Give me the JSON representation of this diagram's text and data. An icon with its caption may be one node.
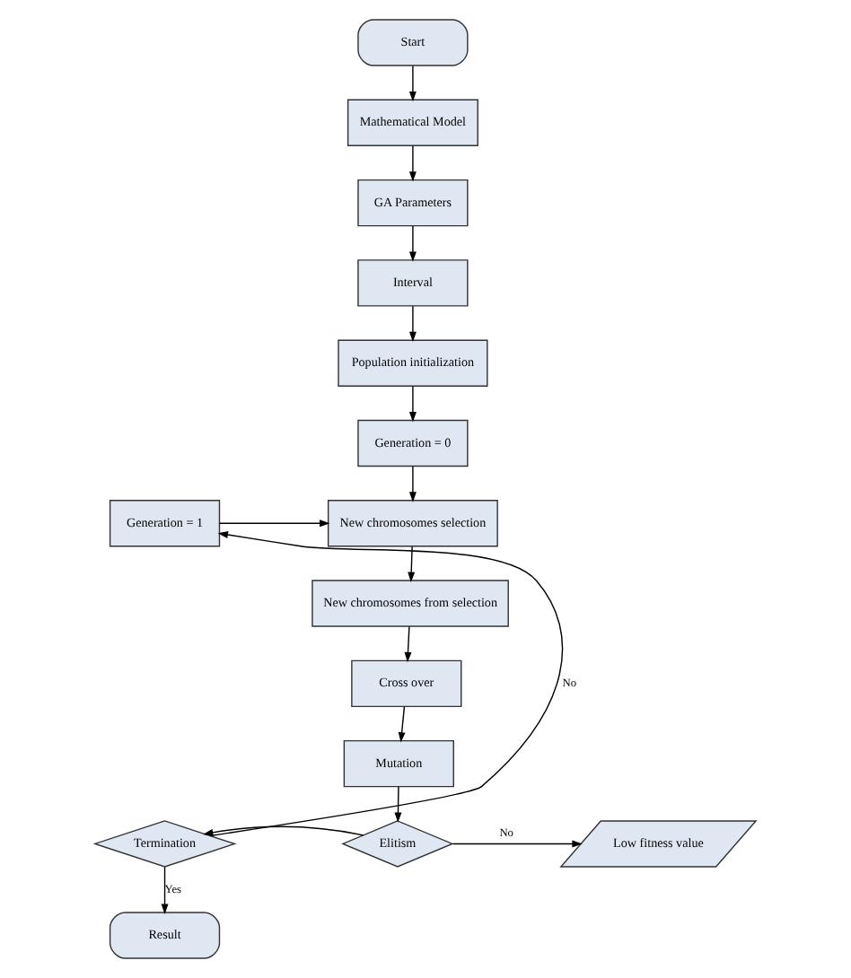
{
  "diagram": {
    "nodes": [
      {
        "text": [
          "Start"
        ]
      },
      {
        "text": [
          "Mathematical Model"
        ]
      },
      {
        "text": [
          "GA Parameters"
        ]
      },
      {
        "text": [
          "Interval"
        ]
      },
      {
        "text": [
          "Population initialization"
        ]
      },
      {
        "text": [
          "Generation = 0"
        ]
      },
      {
        "text": [
          "Generation = 1"
        ]
      },
      {
        "text": [
          "New chromosomes selection"
        ]
      },
      {
        "text": [
          "New chromosomes from selection"
        ]
      },
      {
        "text": [
          "Cross over"
        ]
      },
      {
        "text": [
          "Mutation"
        ]
      },
      {
        "text": [
          "Elitism"
        ]
      },
      {
        "text": [
          "Low fitness value"
        ]
      },
      {
        "text": [
          "Termination"
        ]
      },
      {
        "text": [
          "Result"
        ]
      }
    ],
    "edges": [
      {
        "from": 0,
        "to": 1,
        "arrow": "to"
      },
      {
        "from": 1,
        "to": 2,
        "arrow": "to"
      },
      {
        "from": 2,
        "to": 3,
        "arrow": "to"
      },
      {
        "from": 3,
        "to": 4,
        "arrow": "to"
      },
      {
        "from": 4,
        "to": 5,
        "arrow": "to"
      },
      {
        "from": 5,
        "to": 7,
        "arrow": "to"
      },
      {
        "from": 6,
        "to": 7,
        "arrow": "to"
      },
      {
        "from": 7,
        "to": 8,
        "arrow": "to"
      },
      {
        "from": 8,
        "to": 9,
        "arrow": "to"
      },
      {
        "from": 9,
        "to": 10,
        "arrow": "to"
      },
      {
        "from": 10,
        "to": 11,
        "arrow": "to"
      },
      {
        "from": 11,
        "to": 12,
        "label": "No",
        "arrow": "to"
      },
      {
        "from": 11,
        "to": 13,
        "arrow": "to"
      },
      {
        "from": 13,
        "to": 14,
        "label": "Yes",
        "arrow": "to"
      },
      {
        "from": 13,
        "to": 6,
        "label": "No",
        "arrow": "to"
      }
    ]
  }
}
